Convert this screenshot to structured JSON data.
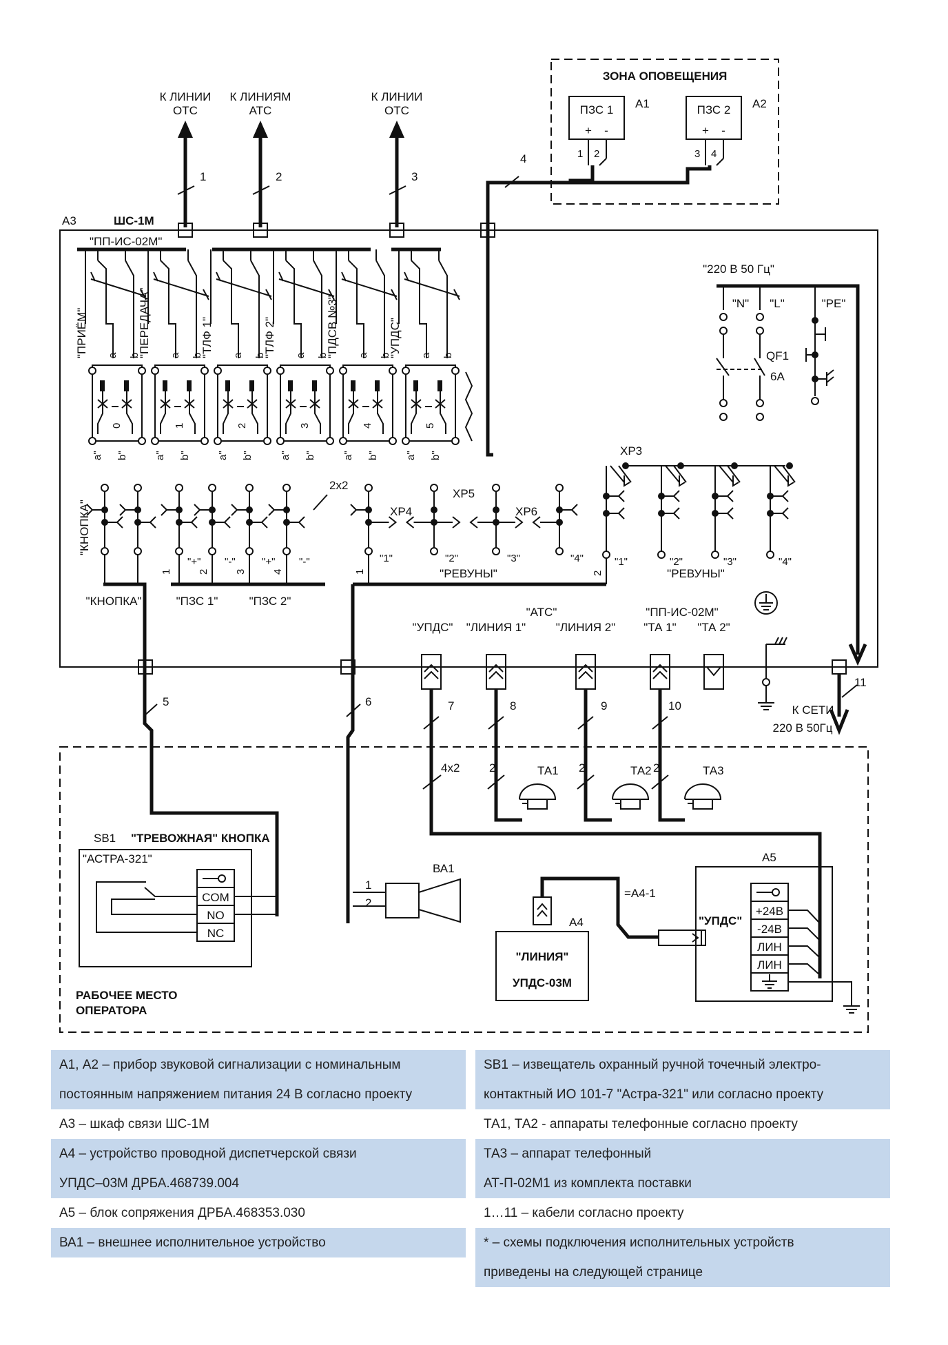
{
  "top_labels": {
    "line_ots_1": [
      "К ЛИНИИ",
      "ОТС"
    ],
    "lines_ats": [
      "К ЛИНИЯМ",
      "АТС"
    ],
    "line_ots_2": [
      "К ЛИНИИ",
      "ОТС"
    ]
  },
  "zone": {
    "title": "ЗОНА ОПОВЕЩЕНИЯ",
    "dev1": "ПЗС 1",
    "dev1_ref": "А1",
    "dev2": "ПЗС 2",
    "dev2_ref": "А2",
    "plus": "+",
    "minus": "-",
    "t1": "1",
    "t2": "2",
    "t3": "3",
    "t4": "4"
  },
  "cabinet": {
    "ref": "А3",
    "name": "ШС-1М",
    "module": "\"ПП-ИС-02М\"",
    "channels": [
      "\"ПРИЁМ\"",
      "\"ПЕРЕДАЧА\"",
      "\"ТЛФ 1\"",
      "\"ТЛФ 2\"",
      "\"ПДСВ №3\"",
      "\"УПДС\""
    ],
    "a": "a",
    "b": "b",
    "a_prime": "a\"",
    "b_prime": "b\"",
    "slots": [
      "0",
      "1",
      "2",
      "3",
      "4",
      "5"
    ],
    "power": "\"220 В 50 Гц\"",
    "n": "\"N\"",
    "l": "\"L\"",
    "pe": "\"PE\"",
    "qf": "QF1",
    "qf_rating": "6А",
    "xp3": "ХР3",
    "xp4": "ХР4",
    "xp5": "ХР5",
    "xp6": "ХР6",
    "mult": "2х2",
    "knopka_v": "\"КНОПКА\"",
    "plus_q": "\"+\"",
    "minus_q": "\"-\"",
    "n1": "1",
    "n2": "2",
    "n3": "3",
    "n4": "4",
    "q1": "\"1\"",
    "q2": "\"2\"",
    "q3": "\"3\"",
    "q4": "\"4\"",
    "revuny": "\"РЕВУНЫ\"",
    "knopka": "\"КНОПКА\"",
    "pzs1": "\"ПЗС 1\"",
    "pzs2": "\"ПЗС 2\"",
    "ats": "\"АТС\"",
    "updc": "\"УПДС\"",
    "line1": "\"ЛИНИЯ 1\"",
    "line2": "\"ЛИНИЯ 2\"",
    "ppis": "\"ПП-ИС-02М\"",
    "ta1": "\"ТА 1\"",
    "ta2": "\"ТА 2\""
  },
  "cables": [
    "1",
    "2",
    "3",
    "4",
    "5",
    "6",
    "7",
    "8",
    "9",
    "10",
    "11"
  ],
  "network": [
    "К СЕТИ",
    "220 В 50Гц"
  ],
  "operator": {
    "title": [
      "РАБОЧЕЕ МЕСТО",
      "ОПЕРАТОРА"
    ],
    "sb1": "SB1",
    "alarm": "\"ТРЕВОЖНАЯ\" КНОПКА",
    "astra": "\"АСТРА-321\"",
    "com": "COM",
    "no": "NO",
    "nc": "NC",
    "ba1": "ВА1",
    "one": "1",
    "two": "2",
    "ta1": "ТА1",
    "ta2": "ТА2",
    "ta3": "ТА3",
    "c4x2": "4х2",
    "c2": "2",
    "a4": "А4",
    "liniya": "\"ЛИНИЯ\"",
    "updc03": "УПДС-03М",
    "a4_1": "=А4-1",
    "a5": "А5",
    "updc": "\"УПДС\"",
    "p24": "+24В",
    "m24": "-24В",
    "lin": "ЛИН"
  },
  "legend_left": [
    {
      "text": "А1, А2 – прибор звуковой сигнализации с номинальным",
      "style": "blue"
    },
    {
      "text": "постоянным напряжением питания 24 В согласно проекту",
      "style": "blue"
    },
    {
      "text": "А3 – шкаф связи ШС-1М",
      "style": "white"
    },
    {
      "text": "А4 – устройство проводной диспетчерской связи",
      "style": "blue"
    },
    {
      "text": "УПДС–03М ДРБА.468739.004",
      "style": "blue"
    },
    {
      "text": "А5 – блок сопряжения ДРБА.468353.030",
      "style": "white"
    },
    {
      "text": "ВА1 – внешнее исполнительное устройство",
      "style": "blue"
    }
  ],
  "legend_right": [
    {
      "text": "SB1 – извещатель охранный ручной точечный электро-",
      "style": "blue"
    },
    {
      "text": "контактный ИО 101-7 \"Астра-321\" или согласно проекту",
      "style": "blue"
    },
    {
      "text": "ТА1, ТА2 - аппараты телефонные согласно проекту",
      "style": "white"
    },
    {
      "text": "ТА3 – аппарат телефонный",
      "style": "blue"
    },
    {
      "text": "АТ-П-02М1 из комплекта поставки",
      "style": "blue"
    },
    {
      "text": "1…11 – кабели согласно проекту",
      "style": "white"
    },
    {
      "text": "* – схемы подключения исполнительных устройств",
      "style": "blue"
    },
    {
      "text": "приведены на следующей странице",
      "style": "blue"
    }
  ]
}
